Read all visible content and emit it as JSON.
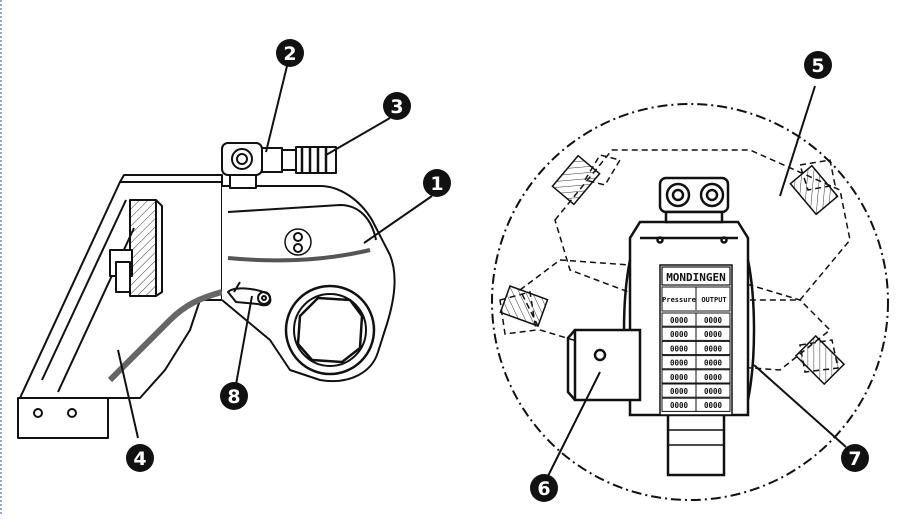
{
  "callouts": [
    "1",
    "2",
    "3",
    "4",
    "5",
    "6",
    "7",
    "8"
  ],
  "plate": {
    "brand": "MONDINGEN",
    "col_left": "Pressure",
    "col_right": "OUTPUT",
    "rows": [
      [
        "0000",
        "0000"
      ],
      [
        "0000",
        "0000"
      ],
      [
        "0000",
        "0000"
      ],
      [
        "0000",
        "0000"
      ],
      [
        "0000",
        "0000"
      ],
      [
        "0000",
        "0000"
      ],
      [
        "0000",
        "0000"
      ]
    ]
  }
}
